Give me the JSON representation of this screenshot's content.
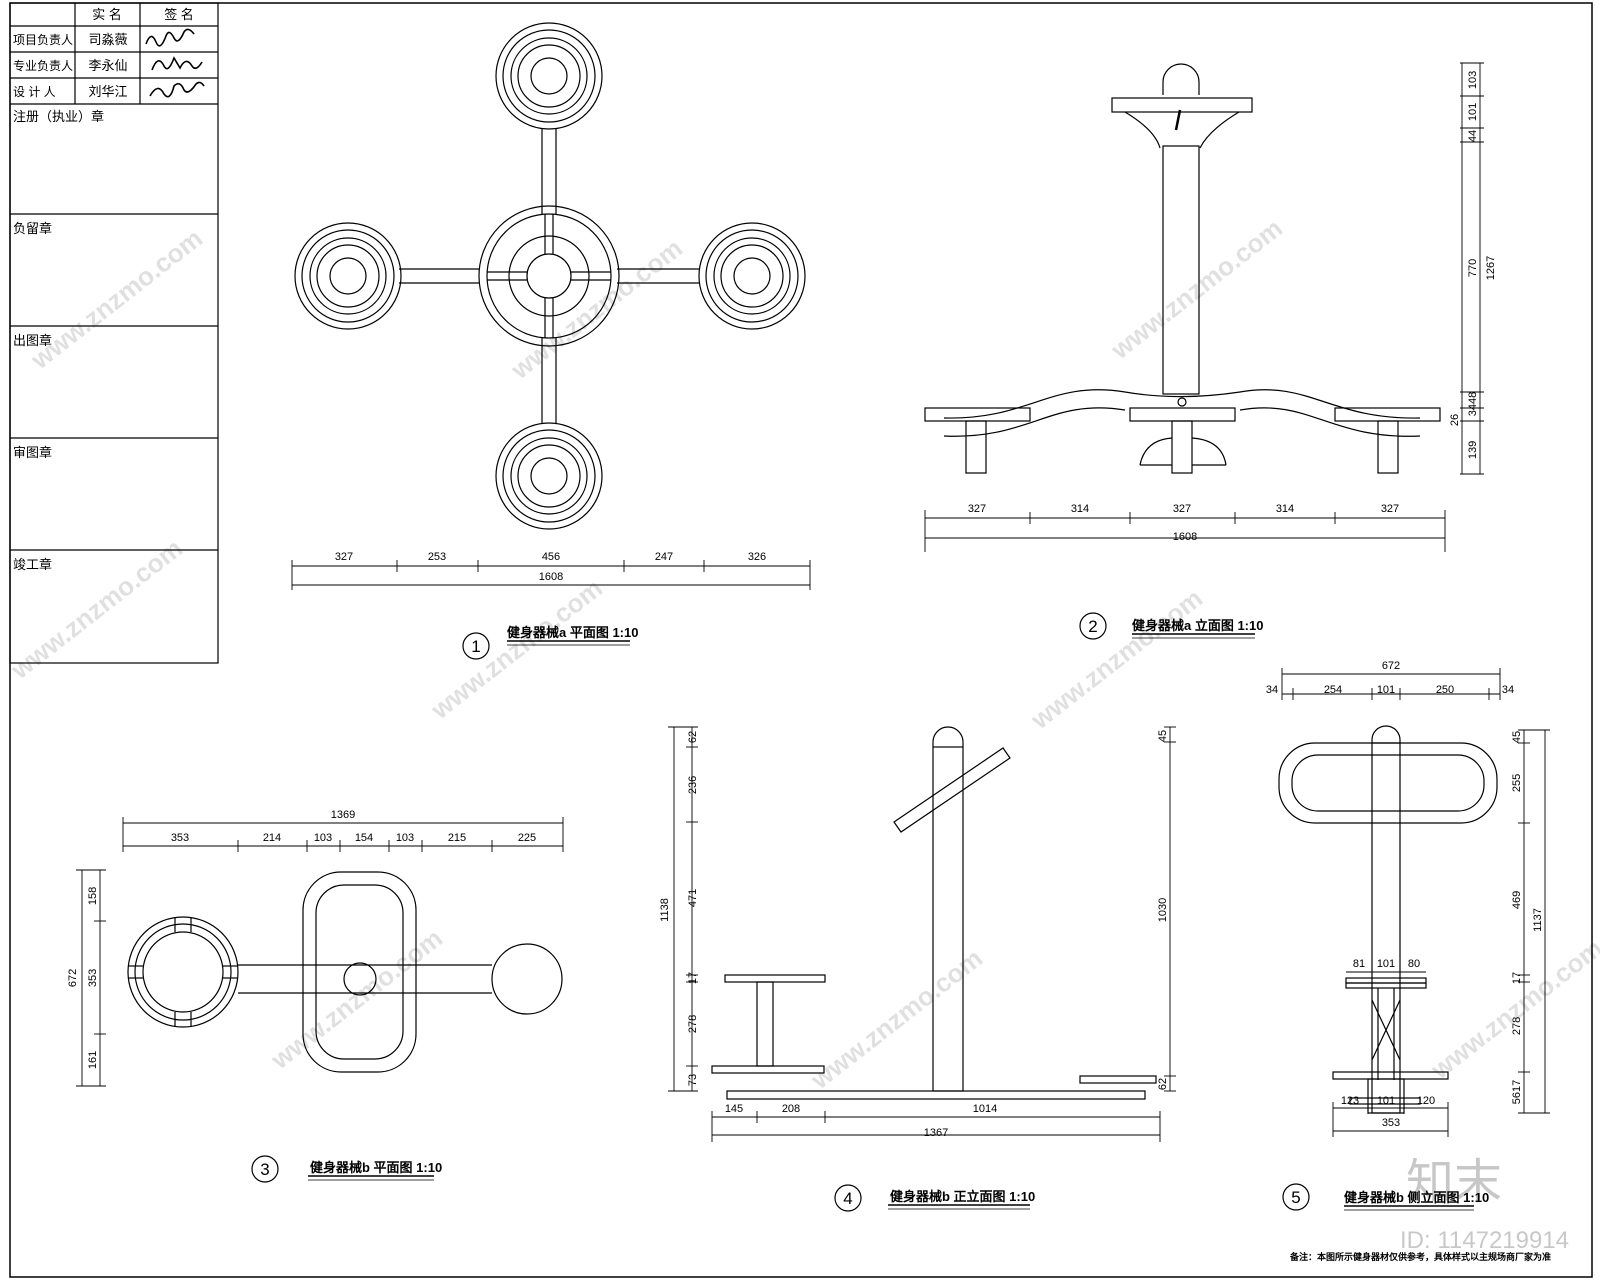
{
  "title_block": {
    "header": [
      "实 名",
      "签 名"
    ],
    "rows": [
      {
        "role": "项目负责人",
        "name": "司淼薇"
      },
      {
        "role": "专业负责人",
        "name": "李永仙"
      },
      {
        "role": "设 计 人",
        "name": "刘华江"
      }
    ],
    "stamps": [
      "注册（执业）章",
      "负留章",
      "出图章",
      "审图章",
      "竣工章"
    ]
  },
  "views": {
    "v1": {
      "num": "1",
      "title": "健身器械a 平面图 1:10",
      "dims": [
        "327",
        "253",
        "456",
        "247",
        "326"
      ],
      "total": "1608"
    },
    "v2": {
      "num": "2",
      "title": "健身器械a 立面图 1:10",
      "dims": [
        "327",
        "314",
        "327",
        "314",
        "327"
      ],
      "total": "1608",
      "vdims": [
        "103",
        "101",
        "44",
        "770",
        "1267",
        "3448",
        "26",
        "139"
      ]
    },
    "v3": {
      "num": "3",
      "title": "健身器械b 平面图 1:10",
      "dims": [
        "353",
        "214",
        "103",
        "154",
        "103",
        "215",
        "225"
      ],
      "total": "1369",
      "vdims": [
        "672",
        "158",
        "353",
        "161"
      ]
    },
    "v4": {
      "num": "4",
      "title": "健身器械b 正立面图 1:10",
      "dims": [
        "145",
        "208",
        "1014"
      ],
      "total": "1367",
      "vdims": [
        "1138",
        "62",
        "236",
        "471",
        "17",
        "278",
        "73",
        "1030",
        "45",
        "62"
      ]
    },
    "v5": {
      "num": "5",
      "title": "健身器械b 侧立面图 1:10",
      "top_total": "672",
      "top_dims": [
        "34",
        "254",
        "101",
        "250",
        "34"
      ],
      "mid_dims": [
        "81",
        "101",
        "80"
      ],
      "bot_dims": [
        "123",
        "101",
        "120"
      ],
      "bot_total": "353",
      "vdims": [
        "45",
        "255",
        "469",
        "1137",
        "17",
        "278",
        "5617"
      ]
    }
  },
  "note": "备注：本图所示健身器材仅供参考，具体样式以主规场商厂家为准",
  "watermark": {
    "logo": "知末",
    "id": "ID: 1147219914",
    "site": "www.znzmo.com"
  }
}
